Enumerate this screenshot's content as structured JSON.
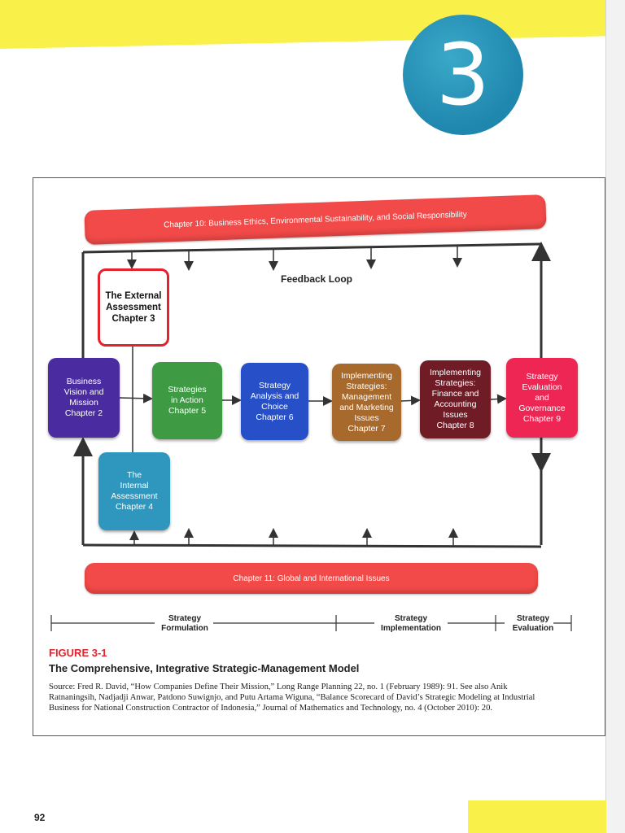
{
  "chapter_number": "3",
  "diagram": {
    "top_banner": "Chapter 10: Business Ethics, Environmental Sustainability, and Social Responsibility",
    "bottom_banner": "Chapter 11: Global and International Issues",
    "feedback_label": "Feedback Loop",
    "boxes": {
      "external": "The External\nAssessment\nChapter 3",
      "vision": "Business\nVision and\nMission\nChapter 2",
      "action": "Strategies\nin Action\nChapter 5",
      "analysis": "Strategy\nAnalysis and\nChoice\nChapter 6",
      "management": "Implementing\nStrategies:\nManagement\nand Marketing\nIssues\nChapter 7",
      "finance": "Implementing\nStrategies:\nFinance and\nAccounting\nIssues\nChapter 8",
      "evaluation": "Strategy\nEvaluation\nand\nGovernance\nChapter 9",
      "internal": "The\nInternal\nAssessment\nChapter 4"
    },
    "timeline": {
      "formulation": "Strategy\nFormulation",
      "implementation": "Strategy\nImplementation",
      "evaluation": "Strategy\nEvaluation"
    }
  },
  "figure": {
    "number": "FIGURE 3-1",
    "title": "The Comprehensive, Integrative Strategic-Management Model",
    "source": "Source: Fred R. David, “How Companies Define Their Mission,” Long Range Planning 22, no. 1 (February 1989): 91. See also Anik Ratnaningsih, Nadjadji Anwar, Patdono Suwignjo, and Putu Artama Wiguna, “Balance Scorecard of David’s Strategic Modeling at Industrial Business for National Construction Contractor of Indonesia,” Journal of Mathematics and Technology, no. 4 (October 2010): 20."
  },
  "page_number": "92",
  "colors": {
    "accent_yellow": "#faf04a",
    "chapter_circle": "#1f86ad",
    "banner_red": "#f24a48",
    "figure_red": "#e4212c"
  }
}
